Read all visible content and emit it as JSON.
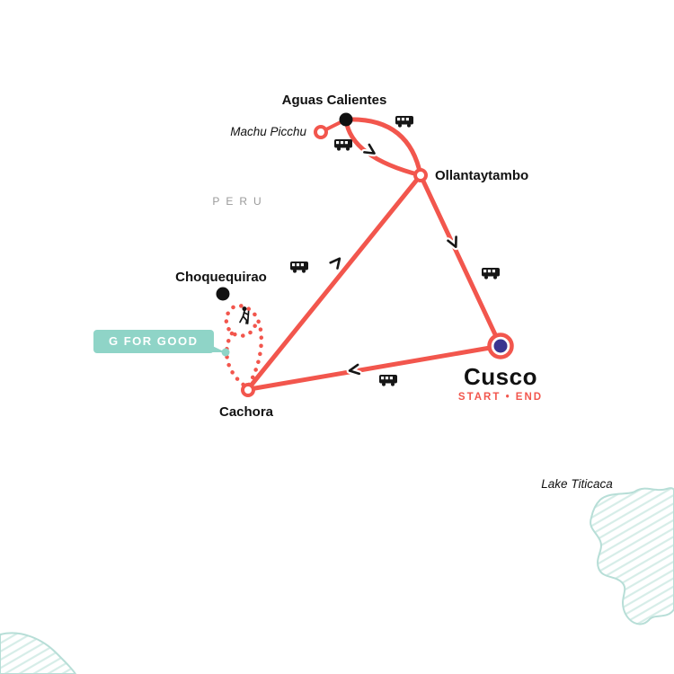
{
  "map": {
    "region_label": "PERU",
    "lake_label": "Lake Titicaca",
    "stops": {
      "aguas_calientes": {
        "label": "Aguas Calientes",
        "marker": "visited-dot"
      },
      "machu_picchu": {
        "label": "Machu Picchu",
        "marker": "ring"
      },
      "ollantaytambo": {
        "label": "Ollantaytambo",
        "marker": "ring"
      },
      "choquequirao": {
        "label": "Choquequirao",
        "marker": "visited-dot"
      },
      "cachora": {
        "label": "Cachora",
        "marker": "ring"
      },
      "cusco": {
        "label": "Cusco",
        "sublabel": "START • END",
        "marker": "start-end-dot"
      }
    },
    "badge": {
      "label": "G FOR GOOD"
    },
    "icons": [
      "bus-icon",
      "hiker-icon"
    ],
    "route_segments": [
      "Cusco to Cachora (bus)",
      "Cachora to Choquequirao trek loop (hike, dotted)",
      "Cachora to Ollantaytambo (bus)",
      "Ollantaytambo to Aguas Calientes loop (rail)",
      "Ollantaytambo to Cusco (bus)"
    ],
    "colors": {
      "route": "#F2564D",
      "badge_teal": "#8FD4C7",
      "cusco_inner": "#3B3590",
      "marker_black": "#111111",
      "decoration_teal": "#B7DED7",
      "region_gray": "#9A9A9A"
    }
  }
}
